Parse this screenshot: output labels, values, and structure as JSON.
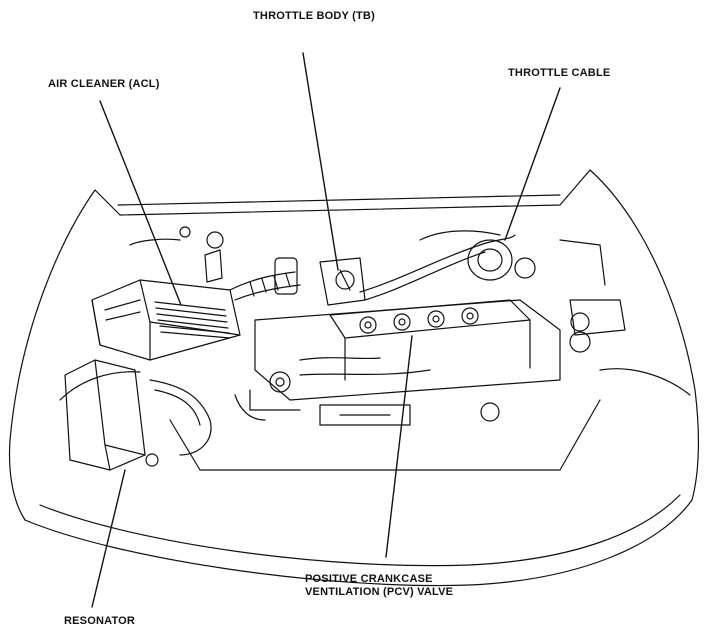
{
  "diagram": {
    "labels": {
      "throttle_body": "THROTTLE BODY (TB)",
      "air_cleaner": "AIR CLEANER (ACL)",
      "throttle_cable": "THROTTLE CABLE",
      "pcv_line1": "POSITIVE CRANKCASE",
      "pcv_line2": "VENTILATION (PCV) VALVE",
      "resonator": "RESONATOR"
    },
    "colors": {
      "ink": "#111111",
      "paper": "#ffffff"
    }
  }
}
